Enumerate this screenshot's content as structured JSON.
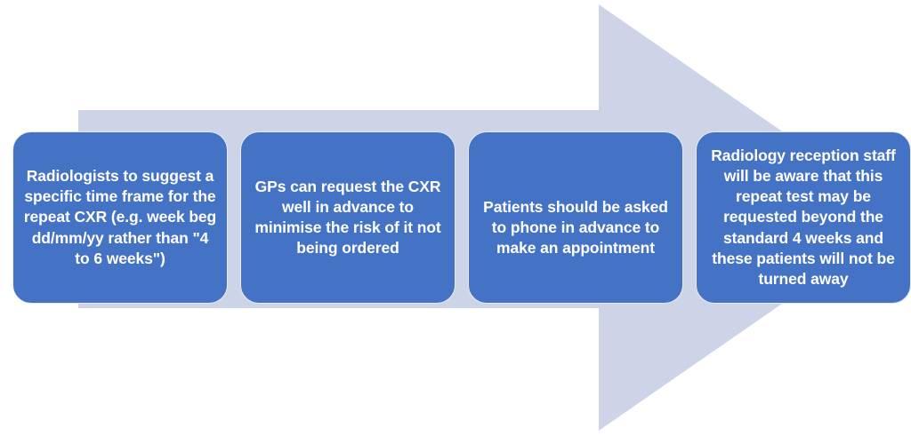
{
  "diagram": {
    "type": "right-arrow-process",
    "shape_name": "block-arrow",
    "colors": {
      "arrow_fill": "#CED4E8",
      "box_fill": "#4472C4",
      "box_outline": "#E8EBF5",
      "text": "#FFFFFF",
      "background": "#FFFFFF"
    },
    "boxes": [
      {
        "id": "box-1",
        "text": "Radiologists to suggest a specific time frame for the repeat CXR (e.g. week beg dd/mm/yy rather than \"4 to 6 weeks\")",
        "lines": [
          "Radiologists to suggest a",
          "specific time frame for",
          "the repeat CXR (e.g.",
          "week beg dd/mm/yy",
          "rather than \"4 to 6",
          "weeks\")"
        ],
        "emphasis": "none"
      },
      {
        "id": "box-2",
        "text": "GPs can request the CXR well in advance to minimise the risk of it not being ordered",
        "lines": [
          "GPs can request the CXR",
          "well in advance to",
          "minimise the risk of it",
          "not being ordered"
        ],
        "emphasis": "none"
      },
      {
        "id": "box-3",
        "text": "Patients should be asked to phone in advance to make an appointment",
        "lines": [
          "Patients should be asked",
          "to phone in advance to",
          "make an appointment"
        ],
        "emphasis": "partial-bold",
        "regular_part": "Patients should be asked to ",
        "bold_part": "phone in advance to make an appointment"
      },
      {
        "id": "box-4",
        "text": "Radiology reception staff will be aware that this repeat test may be requested beyond the standard 4 weeks and these patients will not be turned away",
        "lines": [
          "Radiology reception",
          "staff will be aware that",
          "this repeat test may be",
          "requested beyond the",
          "standard 4 weeks and",
          "these patients will not",
          "be turned away"
        ],
        "emphasis": "none"
      }
    ]
  }
}
